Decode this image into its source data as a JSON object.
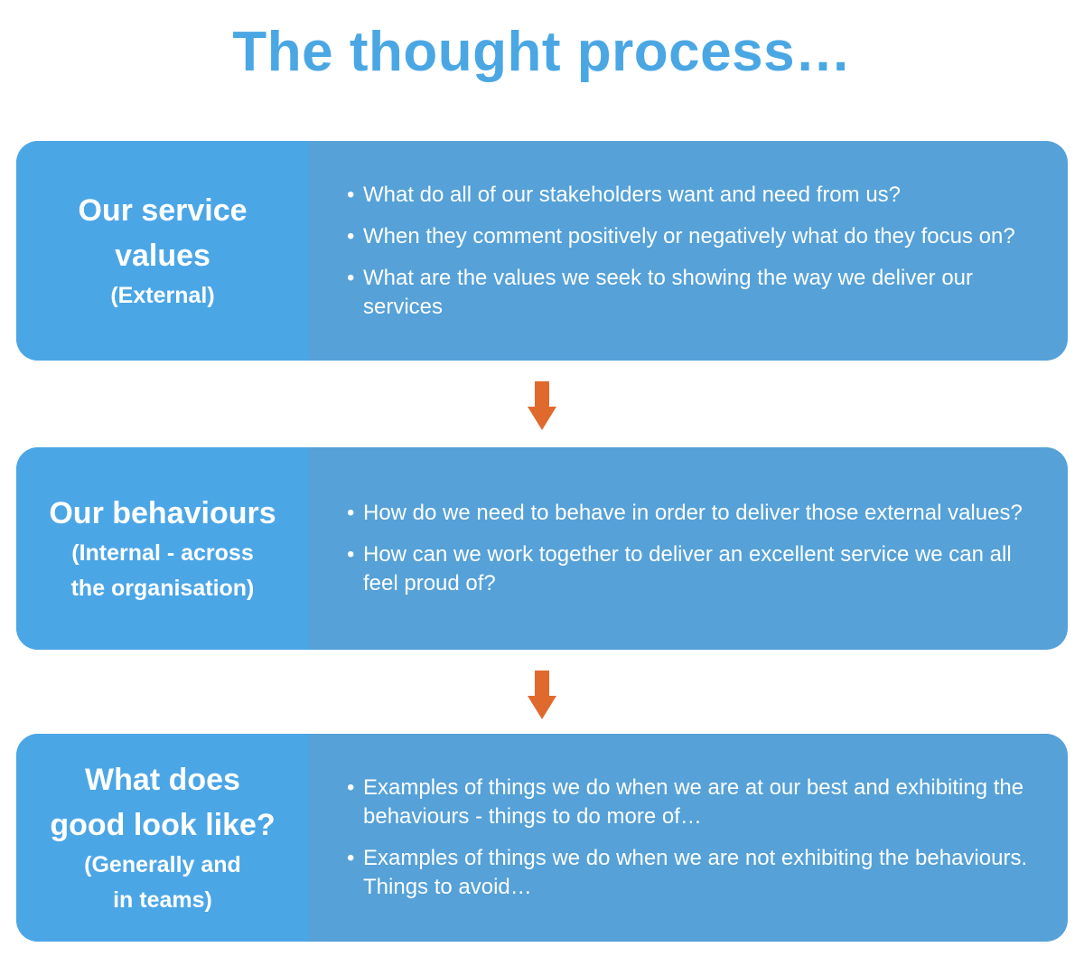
{
  "title": "The thought process…",
  "cards": [
    {
      "heading_lines": [
        "Our service",
        "values"
      ],
      "subheading_lines": [
        "(External)"
      ],
      "bullets": [
        "What do all of our stakeholders want and need from us?",
        "When they comment positively or negatively what do they focus on?",
        "What are the values we seek to showing the way we deliver our services"
      ]
    },
    {
      "heading_lines": [
        "Our behaviours"
      ],
      "subheading_lines": [
        "(Internal - across",
        "the organisation)"
      ],
      "bullets": [
        "How do we need to behave in order to deliver those external values?",
        "How can we work together to deliver an excellent service we can all feel proud of?"
      ]
    },
    {
      "heading_lines": [
        "What does",
        "good look like?"
      ],
      "subheading_lines": [
        "(Generally and",
        "in teams)"
      ],
      "bullets": [
        "Examples of things we do when we are at our best and exhibiting the behaviours - things to do more of…",
        "Examples of things we do when we are not exhibiting the behaviours. Things to avoid…"
      ]
    }
  ],
  "bullet_symbol": "•",
  "colors": {
    "title": "#4aa7e4",
    "card_left": "#4ba6e6",
    "card_right": "#55a1d8",
    "arrow": "#e06a2e",
    "text": "#ffffff"
  }
}
